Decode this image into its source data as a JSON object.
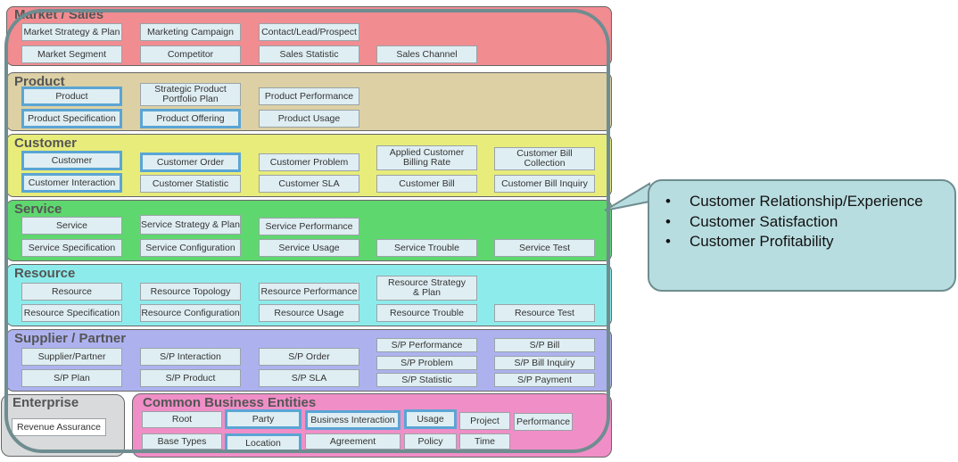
{
  "bands": {
    "market_sales": {
      "title": "Market / Sales",
      "cells": [
        "Market Strategy & Plan",
        "Marketing Campaign",
        "Contact/Lead/Prospect",
        "Market Segment",
        "Competitor",
        "Sales Statistic",
        "Sales Channel"
      ]
    },
    "product": {
      "title": "Product",
      "cells": [
        "Product",
        "Strategic Product Portfolio Plan",
        "Product Performance",
        "Product Specification",
        "Product Offering",
        "Product Usage"
      ]
    },
    "customer": {
      "title": "Customer",
      "cells": [
        "Customer",
        "Customer Order",
        "Customer Problem",
        "Applied Customer Billing Rate",
        "Customer Bill Collection",
        "Customer Interaction",
        "Customer Statistic",
        "Customer SLA",
        "Customer Bill",
        "Customer Bill Inquiry"
      ]
    },
    "service": {
      "title": "Service",
      "cells": [
        "Service",
        "Service Strategy & Plan",
        "Service Performance",
        "Service Specification",
        "Service Configuration",
        "Service Usage",
        "Service Trouble",
        "Service Test"
      ]
    },
    "resource": {
      "title": "Resource",
      "cells": [
        "Resource",
        "Resource Topology",
        "Resource Performance",
        "Resource Strategy & Plan",
        "Resource Specification",
        "Resource Configuration",
        "Resource Usage",
        "Resource Trouble",
        "Resource Test"
      ]
    },
    "supplier_partner": {
      "title": "Supplier / Partner",
      "cells": [
        "Supplier/Partner",
        "S/P Interaction",
        "S/P Order",
        "S/P Performance",
        "S/P Bill",
        "S/P Problem",
        "S/P Bill Inquiry",
        "S/P Plan",
        "S/P Product",
        "S/P SLA",
        "S/P Statistic",
        "S/P Payment"
      ]
    },
    "enterprise": {
      "title": "Enterprise",
      "cells": [
        "Revenue Assurance"
      ]
    },
    "common": {
      "title": "Common Business Entities",
      "cells": [
        "Root",
        "Party",
        "Business Interaction",
        "Usage",
        "Project",
        "Performance",
        "Base Types",
        "Location",
        "Agreement",
        "Policy",
        "Time"
      ]
    }
  },
  "callout": {
    "bullet": "•",
    "items": [
      "Customer Relationship/Experience",
      "Customer Satisfaction",
      "Customer Profitability"
    ]
  },
  "colors": {
    "market_sales": "#f18c91",
    "product": "#dcd0a4",
    "customer": "#e7ec7b",
    "service": "#5fd76f",
    "resource": "#8deceb",
    "supplier_partner": "#adb2ef",
    "enterprise": "#d9dadb",
    "common": "#f08ec7",
    "cell": "#dfeef3",
    "highlight": "#5aa5d4",
    "overlay": "#6f8d90",
    "callout": "#b8dde0"
  }
}
